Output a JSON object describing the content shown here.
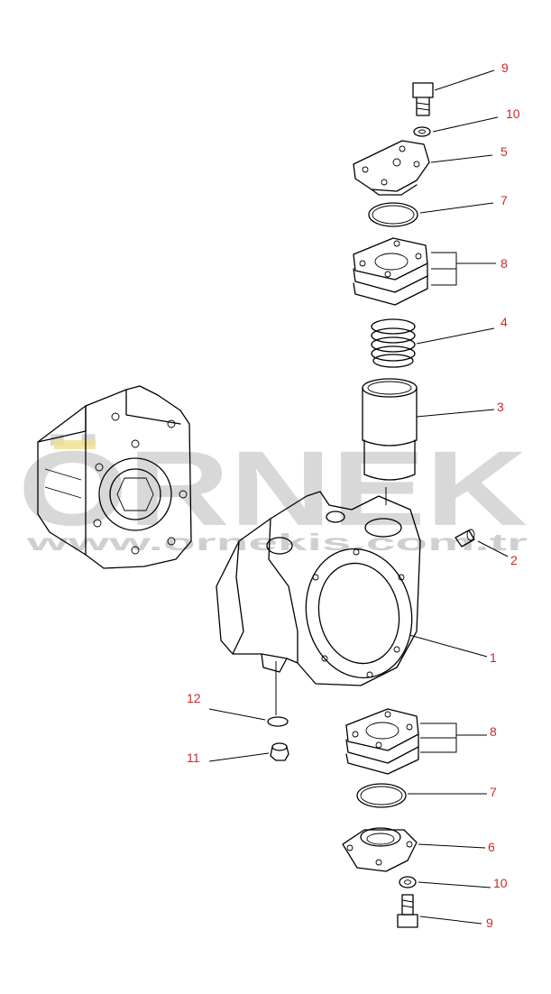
{
  "colors": {
    "label": "#cc2a2a",
    "line": "#000000",
    "watermark": "#d6d6d6",
    "watermark_accent": "#f0e08a"
  },
  "watermark": {
    "brand": "ÖRNEK",
    "site": "www.ornekis.com.tr"
  },
  "labels": {
    "p9_top": "9",
    "p10_top": "10",
    "p5": "5",
    "p7_top": "7",
    "p8_top": "8",
    "p4": "4",
    "p3": "3",
    "p2": "2",
    "p1": "1",
    "p12": "12",
    "p11": "11",
    "p8_bottom": "8",
    "p7_bottom": "7",
    "p6": "6",
    "p10_bottom": "10",
    "p9_bottom": "9"
  }
}
